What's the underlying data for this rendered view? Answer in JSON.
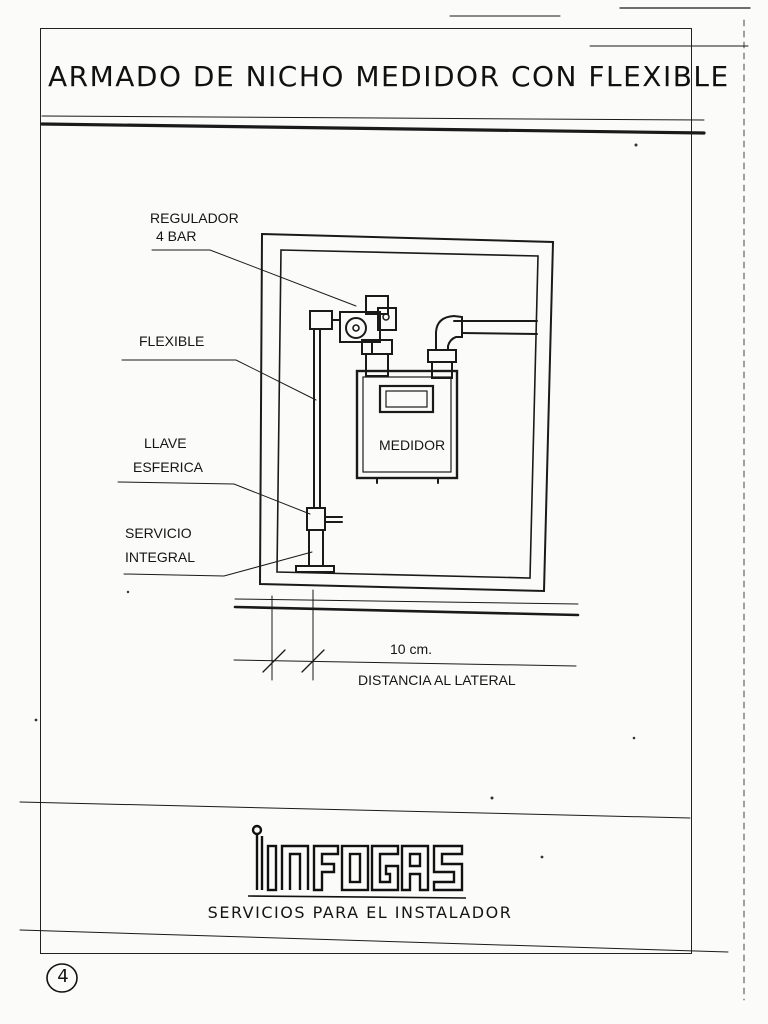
{
  "title": "ARMADO DE NICHO MEDIDOR CON FLEXIBLE",
  "labels": {
    "regulador_line1": "REGULADOR",
    "regulador_line2": "4  BAR",
    "flexible": "FLEXIBLE",
    "llave_line1": "LLAVE",
    "llave_line2": "ESFERICA",
    "servicio_line1": "SERVICIO",
    "servicio_line2": "INTEGRAL",
    "medidor": "MEDIDOR",
    "dimension": "10  cm.",
    "distancia": "DISTANCIA  AL  LATERAL"
  },
  "footer": {
    "logo_text": "INFOGAS",
    "subtitle": "SERVICIOS PARA EL INSTALADOR"
  },
  "page_mark": "4"
}
